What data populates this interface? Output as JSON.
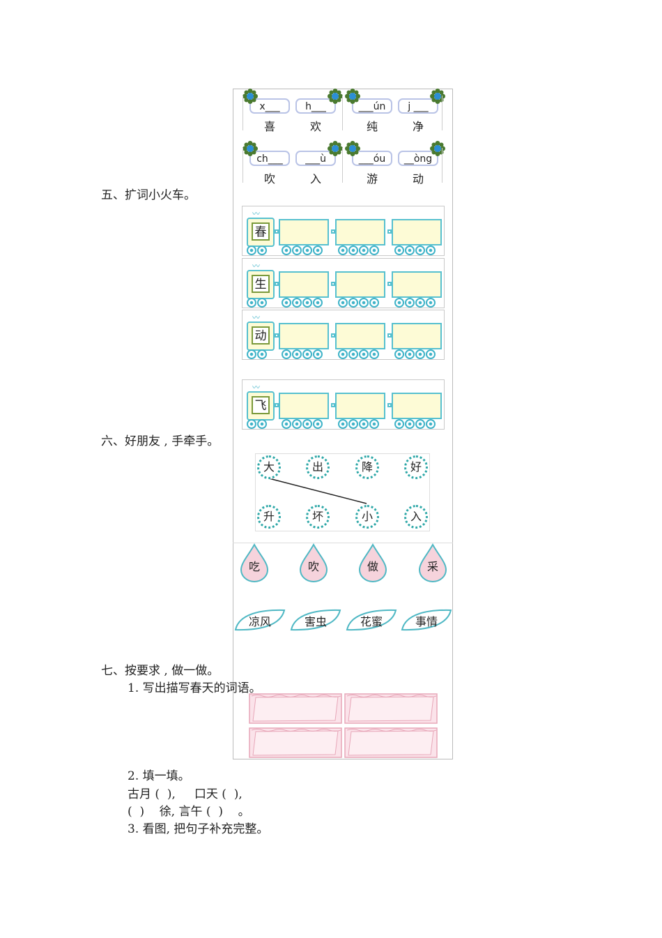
{
  "pinyin_rows": [
    {
      "pairs": [
        {
          "left": {
            "pinyin": "x___",
            "hanzi": "喜"
          },
          "right": {
            "pinyin": "h___",
            "hanzi": "欢"
          }
        },
        {
          "left": {
            "pinyin": "___ún",
            "hanzi": "纯"
          },
          "right": {
            "pinyin": "j ___",
            "hanzi": "净"
          }
        }
      ]
    },
    {
      "pairs": [
        {
          "left": {
            "pinyin": "ch___",
            "hanzi": "吹"
          },
          "right": {
            "pinyin": "___ù",
            "hanzi": "入"
          }
        },
        {
          "left": {
            "pinyin": "___óu",
            "hanzi": "游"
          },
          "right": {
            "pinyin": "__òng",
            "hanzi": "动"
          }
        }
      ]
    }
  ],
  "section5": {
    "title": "五、扩词小火车。",
    "trains": [
      "春",
      "生",
      "动",
      "飞"
    ]
  },
  "section6": {
    "title": "六、好朋友 , 手牵手。",
    "top_circles": [
      "大",
      "出",
      "降",
      "好"
    ],
    "bottom_circles": [
      "升",
      "坏",
      "小",
      "入"
    ],
    "drops": [
      "吃",
      "吹",
      "做",
      "采"
    ],
    "leaves": [
      "凉风",
      "害虫",
      "花蜜",
      "事情"
    ]
  },
  "section7": {
    "title": "七、按要求 , 做一做。",
    "q1": "1. 写出描写春天的词语。",
    "q2": "2. 填一填。",
    "q2_line1": "古月 (  ),     口天 (  ),",
    "q2_line2": "(  )    徐, 言午 (  )    。",
    "q3": "3. 看图, 把句子补充完整。"
  }
}
